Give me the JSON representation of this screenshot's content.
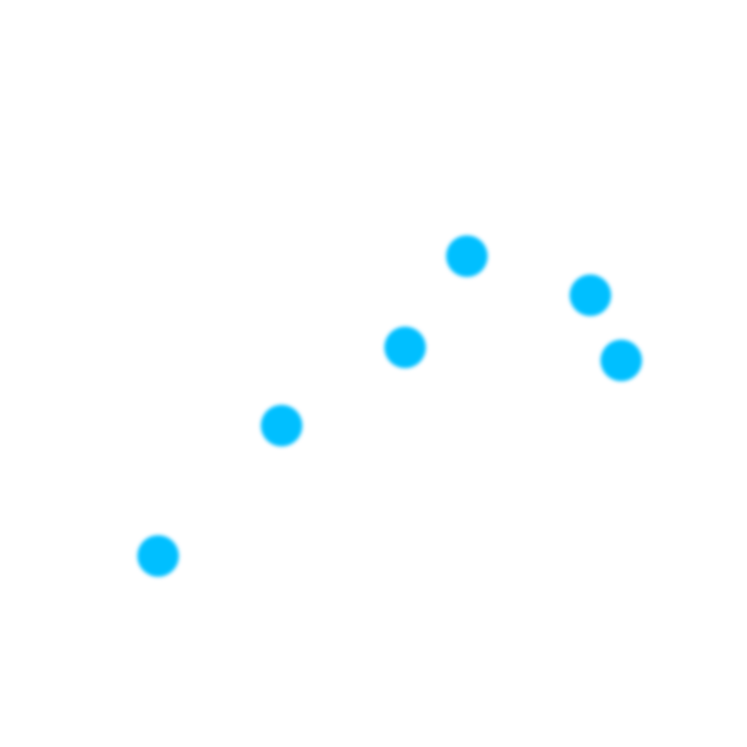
{
  "chart_data": {
    "type": "scatter",
    "x": [
      1.0,
      2.0,
      3.0,
      3.5,
      4.5,
      4.75
    ],
    "y": [
      1.0,
      2.0,
      2.6,
      3.3,
      3.0,
      2.5
    ],
    "xlim": [
      0,
      5.6
    ],
    "ylim": [
      -0.2,
      5.0
    ],
    "grid": false,
    "axes_visible": false,
    "series_color": "#00BFFF"
  }
}
